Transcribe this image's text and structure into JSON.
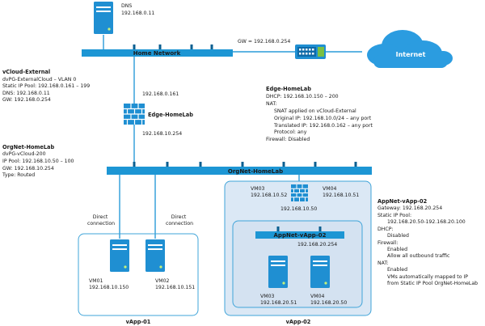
{
  "colors": {
    "bar": "#1d96d4",
    "bar_dark": "#0b5f90",
    "line": "#2a9bd8",
    "vapp_border": "#3fa4d9",
    "vapp_fill": "#dbe8f5",
    "server": "#1f8fd2",
    "cloud": "#2b9ce0"
  },
  "dns": {
    "label": "DNS",
    "ip": "192.168.0.11"
  },
  "home_network": {
    "label": "Home Network"
  },
  "gateway": {
    "label": "GW = 192.168.0.254"
  },
  "internet": {
    "label": "Internet"
  },
  "vcloud_external": {
    "title": "vCloud-External",
    "lines": [
      "dvPG-ExternalCloud – VLAN 0",
      "Static IP Pool: 192.168.0.161 – 199",
      "DNS: 192.168.0.11",
      "GW: 192.168.0.254"
    ]
  },
  "edge_router": {
    "label": "Edge-HomeLab",
    "ip_external": "192.168.0.161",
    "ip_internal": "192.168.10.254"
  },
  "edge_info": {
    "title": "Edge-HomeLab",
    "lines": [
      "DHCP: 192.168.10.150 – 200",
      "NAT:",
      "SNAT applied on vCloud-External",
      "Original IP: 192.168.10.0/24 – any port",
      "Translated IP: 192.168.0.162 – any port",
      "Protocol: any",
      "Firewall: Disabled"
    ]
  },
  "orgnet_info": {
    "title": "OrgNet-HomeLab",
    "lines": [
      "dvPG-vCloud-200",
      "IP Pool: 192.168.10.50 – 100",
      "GW: 192.168.10.254",
      "Type: Routed"
    ]
  },
  "orgnet_bar": {
    "label": "OrgNet-HomeLab"
  },
  "vapp01": {
    "label": "vApp-01",
    "connection_1": "Direct connection",
    "connection_2": "Direct connection",
    "vm01": {
      "name": "VM01",
      "ip": "192.168.10.150"
    },
    "vm02": {
      "name": "VM02",
      "ip": "192.168.10.151"
    }
  },
  "vapp02": {
    "label": "vApp-02",
    "vm03_ext": {
      "name": "VM03",
      "ip": "192.168.10.52"
    },
    "vm04_ext": {
      "name": "VM04",
      "ip": "192.168.10.51"
    },
    "router_ip_external": "192.168.10.50",
    "router_ip_internal": "192.168.20.254",
    "bar_label": "AppNet-vApp-02",
    "vm03": {
      "name": "VM03",
      "ip": "192.168.20.51"
    },
    "vm04": {
      "name": "VM04",
      "ip": "192.168.20.50"
    }
  },
  "appnet_info": {
    "title": "AppNet-vApp-02",
    "lines": [
      "Gateway: 192.168.20.254",
      "Static IP Pool:",
      "192.168.20.50-192.168.20.100",
      "DHCP:",
      "Disabled",
      "Firewall:",
      "Enabled",
      "Allow all outbound traffic",
      "NAT:",
      "Enabled",
      "VMs automatically mapped to IP",
      "from Static IP Pool OrgNet-HomeLab"
    ]
  }
}
